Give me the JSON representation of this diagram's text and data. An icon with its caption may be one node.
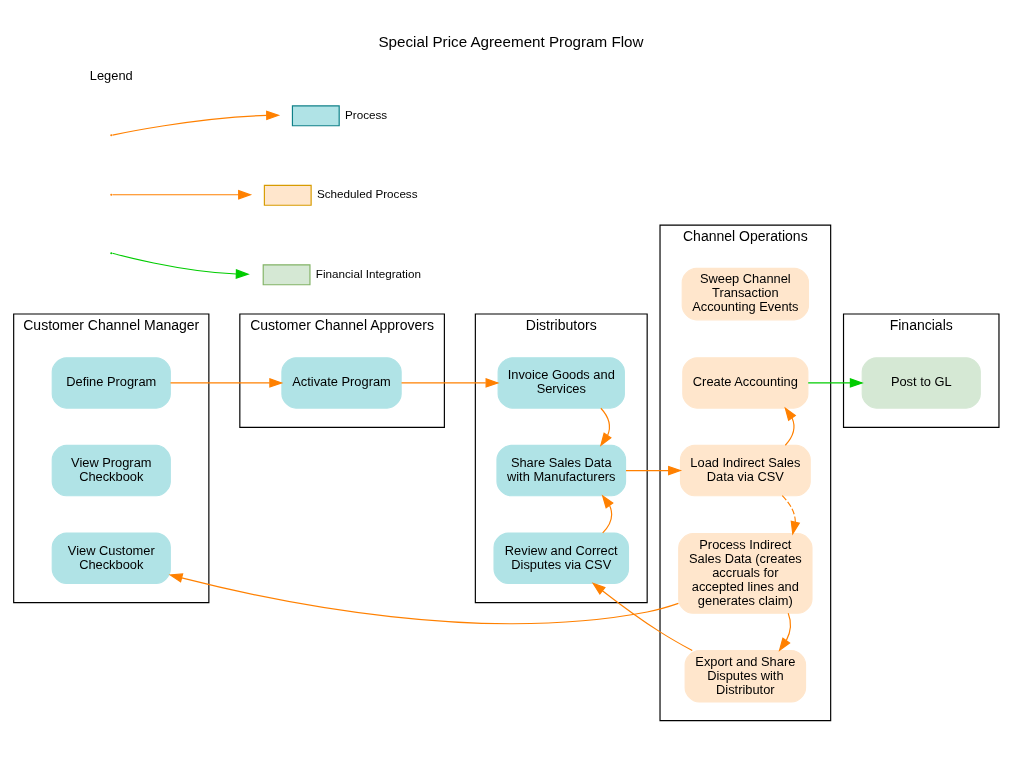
{
  "diagram": {
    "title": "Special Price Agreement Program Flow",
    "nodes": [
      {
        "text": [
          "Customer Channel Manager"
        ]
      },
      {
        "text": [
          "Customer Channel Approvers"
        ]
      },
      {
        "text": [
          "Distributors"
        ]
      },
      {
        "text": [
          "Channel Operations"
        ]
      },
      {
        "text": [
          "Financials"
        ]
      },
      {
        "text": [
          "Define Program"
        ],
        "in": 0
      },
      {
        "text": [
          "View Program Checkbook"
        ],
        "in": 0
      },
      {
        "text": [
          "View Customer Checkbook"
        ],
        "in": 0
      },
      {
        "text": [
          "Activate Program"
        ],
        "in": 1
      },
      {
        "text": [
          "Invoice Goods and Services"
        ],
        "in": 2
      },
      {
        "text": [
          "Share Sales Data with Manufacturers"
        ],
        "in": 2
      },
      {
        "text": [
          "Review and Correct Disputes via CSV"
        ],
        "in": 2
      },
      {
        "text": [
          "Create Accounting"
        ],
        "in": 3
      },
      {
        "text": [
          "Sweep Channel Transaction Accounting Events"
        ],
        "in": 3
      },
      {
        "text": [
          "Load Indirect Sales Data via CSV"
        ],
        "in": 3
      },
      {
        "text": [
          "Process Indirect Sales Data (creates accruals for accepted lines and generates claim)"
        ],
        "in": 3
      },
      {
        "text": [
          "Export and Share Disputes with Distributor"
        ],
        "in": 3
      },
      {
        "text": [
          "Post to GL"
        ],
        "in": 4
      }
    ],
    "edges": [
      {
        "from": 5,
        "to": 8,
        "arrow": "to"
      },
      {
        "from": 8,
        "to": 9,
        "arrow": "to"
      },
      {
        "from": 9,
        "to": 10,
        "arrow": "to"
      },
      {
        "from": 10,
        "to": 14,
        "arrow": "to"
      },
      {
        "from": 14,
        "to": 12,
        "arrow": "to"
      },
      {
        "from": 12,
        "to": 17,
        "arrow": "to",
        "color": "#00cc00"
      },
      {
        "from": 14,
        "to": 15,
        "arrow": "to",
        "style": "dashed"
      },
      {
        "from": 15,
        "to": 7,
        "arrow": "to"
      },
      {
        "from": 15,
        "to": 16,
        "arrow": "to"
      },
      {
        "from": 16,
        "to": 11,
        "arrow": "to"
      },
      {
        "from": 11,
        "to": 10,
        "arrow": "to"
      }
    ],
    "labels": [
      "Legend"
    ],
    "legend": [
      {
        "text": "Process",
        "color": "#b0e3e6"
      },
      {
        "text": "Scheduled Process",
        "color": "#ffe6cc"
      },
      {
        "text": "Financial Integration",
        "color": "#d5e8d4"
      }
    ]
  }
}
